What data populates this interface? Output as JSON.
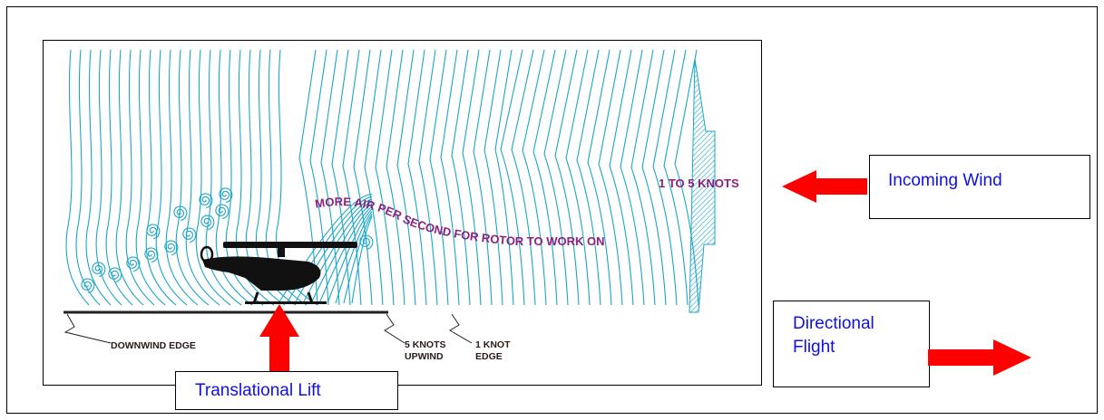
{
  "diagram": {
    "caption_air": "MORE AIR PER SECOND FOR ROTOR TO WORK ON",
    "caption_speed": "1 TO 5 KNOTS",
    "label_downwind": "DOWNWIND EDGE",
    "label_5knots_line1": "5 KNOTS",
    "label_5knots_line2": "UPWIND",
    "label_1knot_line1": "1 KNOT",
    "label_1knot_line2": "EDGE"
  },
  "labels": {
    "incoming_wind": "Incoming Wind",
    "directional_flight": "Directional Flight",
    "translational_lift": "Translational Lift"
  },
  "colors": {
    "streamline": "#1aa6c8",
    "caption": "#8b1f82",
    "label_text": "#1010e0",
    "arrow": "#ff0000"
  }
}
